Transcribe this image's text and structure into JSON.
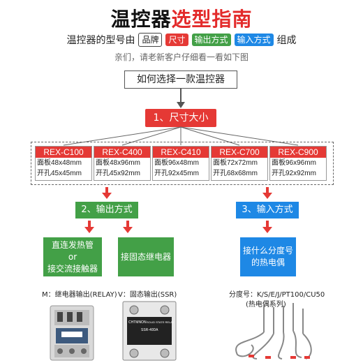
{
  "title": {
    "black": "温控器",
    "red": "选型指南"
  },
  "model_line": {
    "prefix": "温控器的型号由",
    "brand": "品牌",
    "size": "尺寸",
    "output": "输出方式",
    "input": "输入方式",
    "suffix": "组成"
  },
  "subtitle": "亲们，请老新客户仔细看一看如下图",
  "how_to": "如何选择一款温控器",
  "step1": "1、尺寸大小",
  "models": [
    {
      "name": "REX-C100",
      "panel": "面板48x48mm",
      "hole": "开孔45x45mm"
    },
    {
      "name": "REX-C400",
      "panel": "面板48x96mm",
      "hole": "开孔45x92mm"
    },
    {
      "name": "REX-C410",
      "panel": "面板96x48mm",
      "hole": "开孔92x45mm"
    },
    {
      "name": "REX-C700",
      "panel": "面板72x72mm",
      "hole": "开孔68x68mm"
    },
    {
      "name": "REX-C900",
      "panel": "面板96x96mm",
      "hole": "开孔92x92mm"
    }
  ],
  "step2": "2、输出方式",
  "step3": "3、输入方式",
  "output_relay": {
    "l1": "直连发热管",
    "l2": "or",
    "l3": "接交流接触器"
  },
  "output_ssr": "接固态继电器",
  "input_box": {
    "l1": "接什么分度号",
    "l2": "的热电偶"
  },
  "label_m": "M：继电器输出(RELAY)",
  "label_v": "V：固态输出(SSR)",
  "label_type": "分度号：K/S/E/J/PT100/CU50",
  "label_type2": "(热电偶系列)",
  "ssr_brand": "CHTMNON",
  "ssr_name": "SOLID STATE RELAY",
  "ssr_model": "SSR-40DA"
}
